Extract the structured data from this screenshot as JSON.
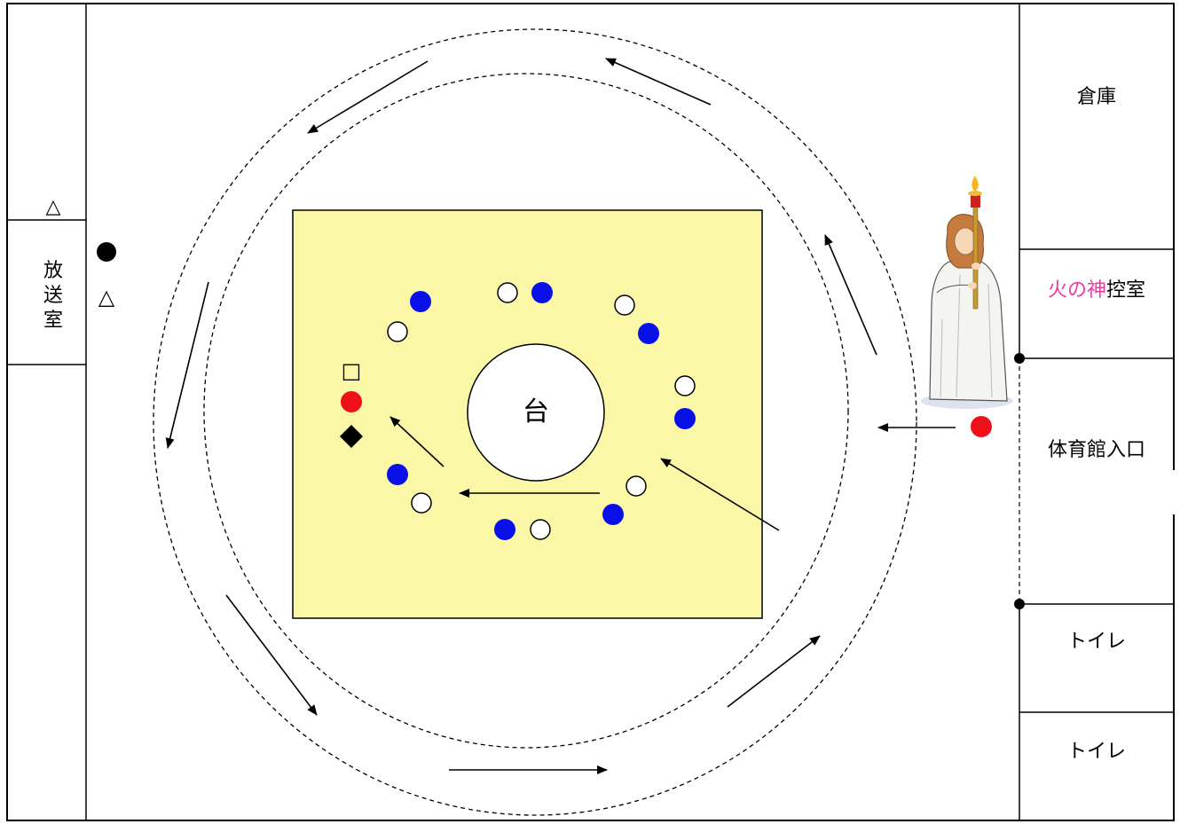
{
  "rooms": {
    "left_top_symbol": "△",
    "broadcast_room": "放送室",
    "storage": "倉庫",
    "fire_god_prefix": "火の神",
    "fire_god_suffix": "控室",
    "gym_entrance": "体育館入口",
    "toilet_1": "トイレ",
    "toilet_2": "トイレ"
  },
  "center": {
    "stage_label": "台"
  },
  "markers": {
    "triangle": "△",
    "square": "□"
  },
  "colors": {
    "stage_fill": "#FAF7A6",
    "blue_marker": "#0A10E8",
    "red_marker": "#F0101A",
    "accent_magenta": "#F0399F"
  },
  "icons": {
    "runner": "torch-bearer-icon"
  }
}
